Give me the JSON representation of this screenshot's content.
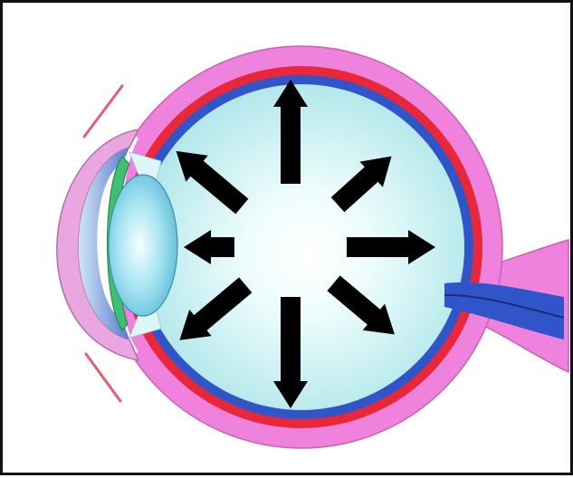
{
  "diagram": {
    "subject": "eye-cross-section-pressure",
    "colors": {
      "sclera": "#ee82dc",
      "choroid": "#e8283a",
      "retina": "#2f55c8",
      "vitreous": "#bdeef0",
      "vitreous_center": "#f4ffff",
      "lens": "#7fd3e6",
      "cornea": "#e9a6e0",
      "iris": "#3fbf72",
      "optic_nerve": "#2f55c8",
      "arrow": "#000000",
      "eyelid_line": "#e06070"
    },
    "pressure_arrows": [
      {
        "direction": "up"
      },
      {
        "direction": "up-right"
      },
      {
        "direction": "right"
      },
      {
        "direction": "down-right"
      },
      {
        "direction": "down"
      },
      {
        "direction": "down-left"
      },
      {
        "direction": "left"
      },
      {
        "direction": "up-left"
      }
    ]
  }
}
